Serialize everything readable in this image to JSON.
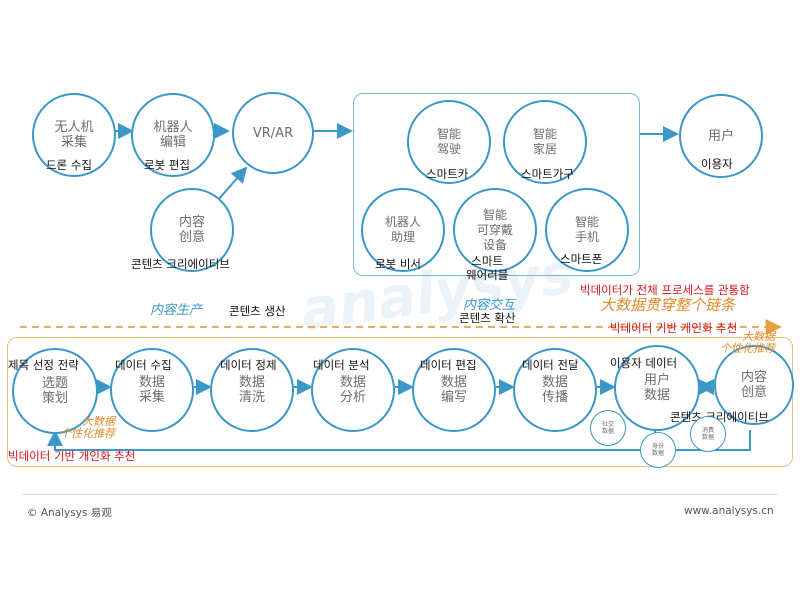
{
  "top_flow": {
    "drone": {
      "cn": "无人机\n采集",
      "ko": "드론 수집"
    },
    "robot_edit": {
      "cn": "机器人\n编辑",
      "ko": "로봇 편집"
    },
    "vrar": {
      "cn": "VR/AR"
    },
    "content_creation": {
      "cn": "内容\n创意",
      "ko": "콘텐츠 크리에이티브"
    },
    "smart_drive": {
      "cn": "智能\n驾驶",
      "ko": "스마트카"
    },
    "smart_home": {
      "cn": "智能\n家居",
      "ko": "스마트가구"
    },
    "robot_assist": {
      "cn": "机器人\n助理",
      "ko": "로봇 비서"
    },
    "wearable": {
      "cn": "智能\n可穿戴\n设备",
      "ko": "스마트\n웨어러블"
    },
    "smart_phone": {
      "cn": "智能\n手机",
      "ko": "스마트폰"
    },
    "user": {
      "cn": "用户",
      "ko": "이용자"
    },
    "content_production": {
      "cn": "内容生产",
      "ko": "콘텐츠 생산"
    },
    "content_interaction": {
      "cn": "内容交互",
      "ko": "콘텐츠 확산"
    }
  },
  "big_data": {
    "ko_title": "빅데이터가 전체 프로세스를 관통함",
    "cn_title": "大数据贯穿整个链条",
    "ko_personal": "빅데이터 기반 개인화 추천",
    "cn_personal": "大数据\n个性化推荐"
  },
  "bottom_flow": {
    "topic": {
      "cn": "选题\n策划",
      "ko": "제목 선정 전략"
    },
    "collect": {
      "cn": "数据\n采集",
      "ko": "데이터 수집"
    },
    "clean": {
      "cn": "数据\n清洗",
      "ko": "데이터 정제"
    },
    "analyze": {
      "cn": "数据\n分析",
      "ko": "데이터 분석"
    },
    "write": {
      "cn": "数据\n编写",
      "ko": "데이터 편집"
    },
    "spread": {
      "cn": "数据\n传播",
      "ko": "데이터 전달"
    },
    "user_data": {
      "cn": "用户\n数据",
      "ko": "이용자 데이터"
    },
    "creative": {
      "cn": "内容\n创意",
      "ko": "콘텐츠 크리에이티브"
    },
    "social": {
      "cn": "社交\n数据"
    },
    "consume": {
      "cn": "消费\n数据"
    },
    "identity": {
      "cn": "身份\n数据"
    },
    "cn_personal_right": "大数据\n个性化推荐",
    "cn_personal_left": "大数据\n个性化推荐",
    "ko_personal_bottom": "빅데이터 기반 개인화 추천"
  },
  "footer": {
    "brand": "© Analysys 易观",
    "url": "www.analysys.cn"
  },
  "colors": {
    "node": "#3a97c8",
    "accent": "#e28a2a",
    "red": "#d4141e",
    "text": "#6d6d6d"
  }
}
